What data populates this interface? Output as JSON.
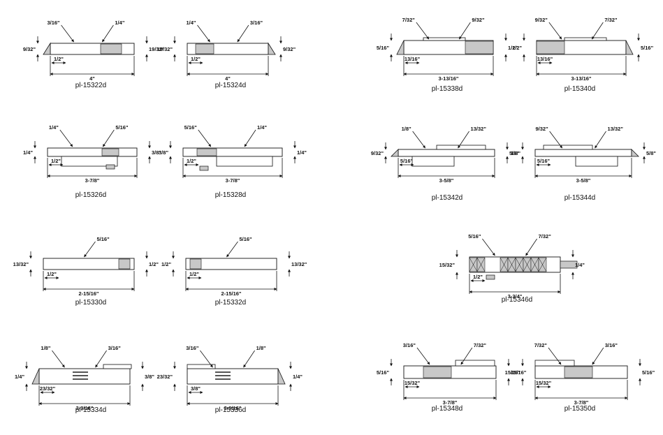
{
  "colors": {
    "ink": "#111111",
    "body": "#ffffff",
    "shade": "#c8c8c8",
    "dark": "#555555"
  },
  "parts": [
    {
      "id": "p1",
      "code": "pl-15322d",
      "dims": [
        "3/16\"",
        "1/4\"",
        "9/32\"",
        "19/32\"",
        "1/2\"",
        "4\""
      ]
    },
    {
      "id": "p2",
      "code": "pl-15324d",
      "dims": [
        "1/4\"",
        "3/16\"",
        "19/32\"",
        "9/32\"",
        "1/2\"",
        "4\""
      ]
    },
    {
      "id": "p3",
      "code": "pl-15338d",
      "dims": [
        "7/32\"",
        "9/32\"",
        "5/16\"",
        "1/2\"",
        "13/16\"",
        "3-13/16\""
      ]
    },
    {
      "id": "p4",
      "code": "pl-15340d",
      "dims": [
        "9/32\"",
        "7/32\"",
        "1/2\"",
        "5/16\"",
        "13/16\"",
        "3-13/16\""
      ]
    },
    {
      "id": "p5",
      "code": "pl-15326d",
      "dims": [
        "1/4\"",
        "5/16\"",
        "1/4\"",
        "3/8\"",
        "1/2\"",
        "3-7/8\""
      ]
    },
    {
      "id": "p6",
      "code": "pl-15328d",
      "dims": [
        "5/16\"",
        "1/4\"",
        "3/8\"",
        "1/4\"",
        "1/2\"",
        "3-7/8\""
      ]
    },
    {
      "id": "p7",
      "code": "pl-15342d",
      "dims": [
        "1/8\"",
        "13/32\"",
        "9/32\"",
        "5/8\"",
        "5/16\"",
        "3-5/8\""
      ]
    },
    {
      "id": "p8",
      "code": "pl-15344d",
      "dims": [
        "9/32\"",
        "13/32\"",
        "1/8\"",
        "5/8\"",
        "5/16\"",
        "3-5/8\""
      ]
    },
    {
      "id": "p9",
      "code": "pl-15330d",
      "dims": [
        "5/16\"",
        "13/32\"",
        "1/2\"",
        "1/2\"",
        "2-15/16\""
      ]
    },
    {
      "id": "p10",
      "code": "pl-15332d",
      "dims": [
        "5/16\"",
        "1/2\"",
        "13/32\"",
        "1/2\"",
        "2-15/16\""
      ]
    },
    {
      "id": "p11",
      "code": "pl-15346d",
      "dims": [
        "5/16\"",
        "7/32\"",
        "15/32\"",
        "1/4\"",
        "1/2\"",
        "3-3/4\""
      ]
    },
    {
      "id": "p12",
      "code": "pl-15334d",
      "dims": [
        "1/8\"",
        "3/16\"",
        "1/4\"",
        "3/8\"",
        "23/32\"",
        "3-9/16\""
      ]
    },
    {
      "id": "p13",
      "code": "pl-15336d",
      "dims": [
        "3/16\"",
        "1/8\"",
        "23/32\"",
        "1/4\"",
        "3/8\"",
        "3-9/16\""
      ]
    },
    {
      "id": "p14",
      "code": "pl-15348d",
      "dims": [
        "3/16\"",
        "7/32\"",
        "5/16\"",
        "15/16\"",
        "15/32\"",
        "3-7/8\""
      ]
    },
    {
      "id": "p15",
      "code": "pl-15350d",
      "dims": [
        "7/32\"",
        "3/16\"",
        "15/16\"",
        "5/16\"",
        "15/32\"",
        "3-7/8\""
      ]
    }
  ]
}
